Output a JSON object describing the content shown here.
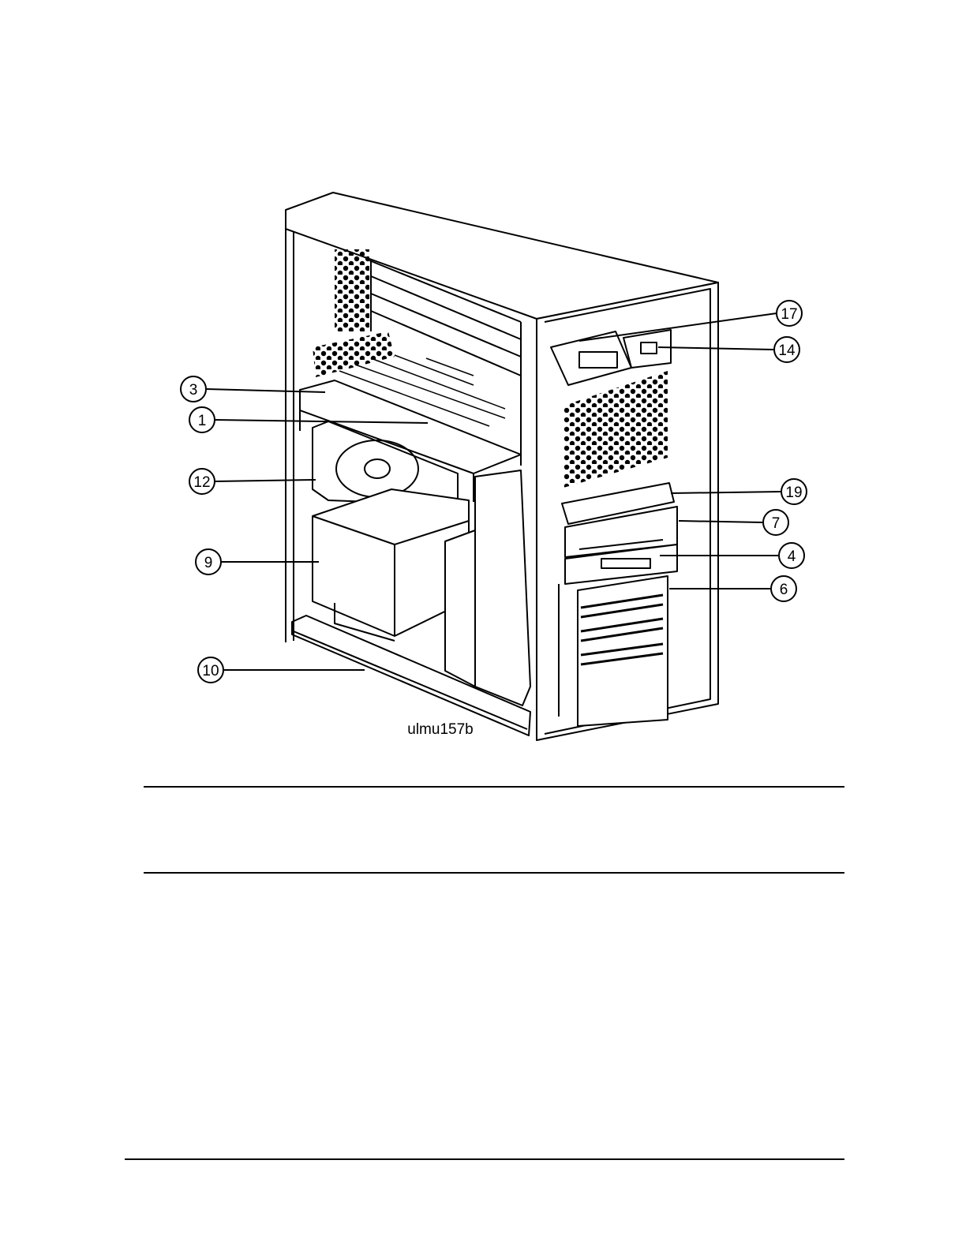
{
  "figure": {
    "figure_id": "ulmu157b",
    "callouts": [
      {
        "id": "c3",
        "label": "3"
      },
      {
        "id": "c1",
        "label": "1"
      },
      {
        "id": "c12",
        "label": "12"
      },
      {
        "id": "c9",
        "label": "9"
      },
      {
        "id": "c10",
        "label": "10"
      },
      {
        "id": "c17",
        "label": "17"
      },
      {
        "id": "c14",
        "label": "14"
      },
      {
        "id": "c19",
        "label": "19"
      },
      {
        "id": "c7",
        "label": "7"
      },
      {
        "id": "c4",
        "label": "4"
      },
      {
        "id": "c6",
        "label": "6"
      }
    ]
  }
}
